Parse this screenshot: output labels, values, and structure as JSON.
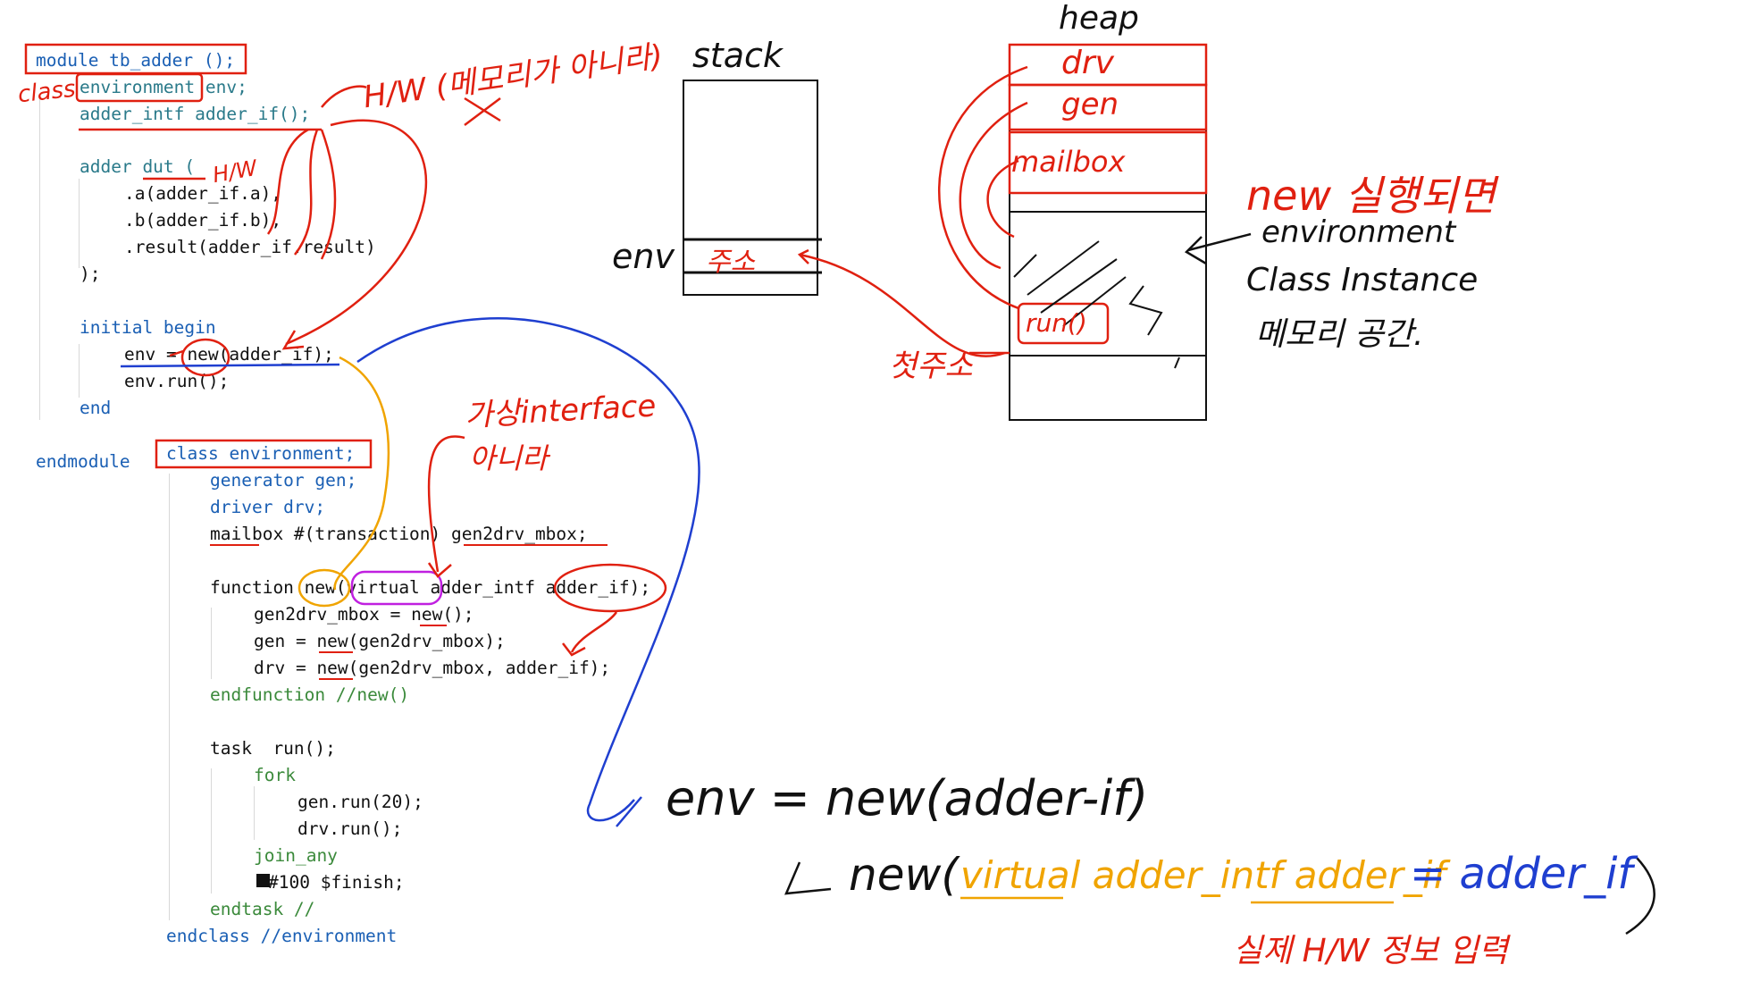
{
  "code_top": [
    "module tb_adder ();",
    "environment env;",
    "adder_intf adder_if();",
    "adder dut (",
    ".a(adder_if.a),",
    ".b(adder_if.b),",
    ".result(adder_if.result)",
    ");",
    "initial begin",
    "env = new(adder_if);",
    "env.run();",
    "end",
    "endmodule"
  ],
  "code_class": [
    "class environment;",
    "generator gen;",
    "driver drv;",
    "mailbox #(transaction) gen2drv_mbox;",
    "function new(virtual adder_intf adder_if);",
    "gen2drv_mbox = new();",
    "gen = new(gen2drv_mbox);",
    "drv = new(gen2drv_mbox, adder_if);",
    "endfunction //new()",
    "task  run();",
    "fork",
    "gen.run(20);",
    "drv.run();",
    "join_any",
    "#100 $finish;",
    "endtask //",
    "endclass //environment"
  ],
  "annotations": {
    "class_label": "class",
    "hw_note": "H/W (메모리가 아니라)",
    "hw_note2": "H/W",
    "virtual_interface": "가상interface",
    "virtual_interface2": "아니라",
    "first_address": "첫주소",
    "new_executed": "new 실행되면",
    "env_instance1": "environment",
    "env_instance2": "Class Instance",
    "env_instance3": "메모리 공간.",
    "stack_label": "stack",
    "heap_label": "heap",
    "env_label": "env",
    "address_label": "주소",
    "heap_drv": "drv",
    "heap_gen": "gen",
    "heap_mailbox": "mailbox",
    "heap_run": "run()",
    "eq1": "env = new(adder-if)",
    "eq2_prefix": "new(",
    "eq2_virtual": "virtual adder_intf adder_if",
    "eq2_assign": "= adder_if",
    "eq2_suffix": ")",
    "real_hw": "실제 H/W 정보 입력"
  },
  "colors": {
    "annotation_red": "#e02010",
    "annotation_blue": "#1f3fd0",
    "annotation_orange": "#f0a400",
    "annotation_magenta": "#c020e0",
    "keyword_blue": "#1a5fb4"
  }
}
